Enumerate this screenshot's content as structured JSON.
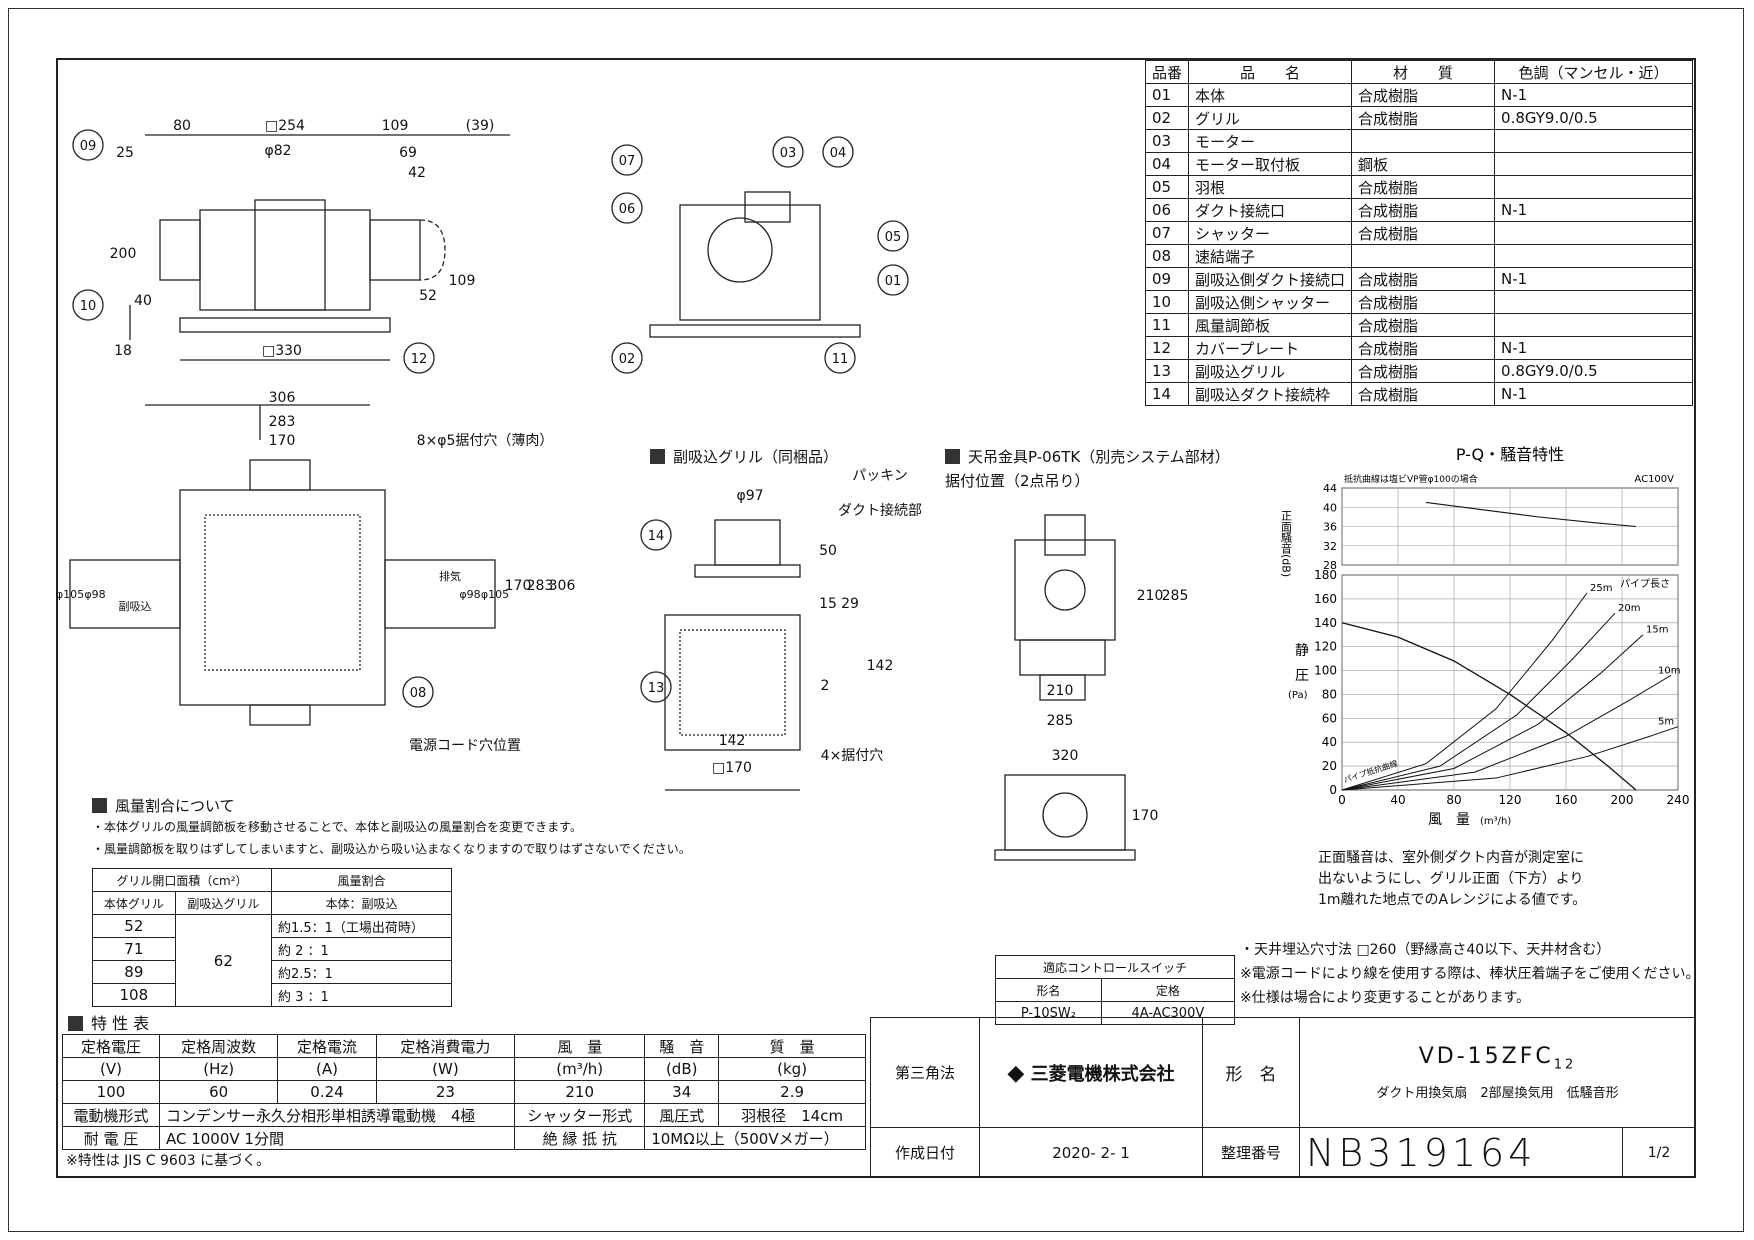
{
  "parts_header": [
    "品番",
    "品　　名",
    "材　　質",
    "色調（マンセル・近）"
  ],
  "parts": [
    [
      "01",
      "本体",
      "合成樹脂",
      "N-1"
    ],
    [
      "02",
      "グリル",
      "合成樹脂",
      "0.8GY9.0/0.5"
    ],
    [
      "03",
      "モーター",
      "",
      ""
    ],
    [
      "04",
      "モーター取付板",
      "鋼板",
      ""
    ],
    [
      "05",
      "羽根",
      "合成樹脂",
      ""
    ],
    [
      "06",
      "ダクト接続口",
      "合成樹脂",
      "N-1"
    ],
    [
      "07",
      "シャッター",
      "合成樹脂",
      ""
    ],
    [
      "08",
      "速結端子",
      "",
      ""
    ],
    [
      "09",
      "副吸込側ダクト接続口",
      "合成樹脂",
      "N-1"
    ],
    [
      "10",
      "副吸込側シャッター",
      "合成樹脂",
      ""
    ],
    [
      "11",
      "風量調節板",
      "合成樹脂",
      ""
    ],
    [
      "12",
      "カバープレート",
      "合成樹脂",
      "N-1"
    ],
    [
      "13",
      "副吸込グリル",
      "合成樹脂",
      "0.8GY9.0/0.5"
    ],
    [
      "14",
      "副吸込ダクト接続枠",
      "合成樹脂",
      "N-1"
    ]
  ],
  "drawing": {
    "front_dims": [
      "80",
      "□254",
      "109",
      "(39)",
      "φ82",
      "25",
      "69",
      "42",
      "200",
      "40",
      "52",
      "109",
      "18",
      "□330"
    ],
    "callouts": [
      "09",
      "10",
      "12",
      "07",
      "06",
      "03",
      "04",
      "05",
      "01",
      "02",
      "11",
      "14",
      "13",
      "08"
    ],
    "plan_dims": [
      "306",
      "283",
      "170",
      "8×φ5据付穴（薄肉）",
      "φ105",
      "φ98",
      "φ98",
      "φ105",
      "170",
      "283",
      "306"
    ],
    "plan_labels": {
      "inlet": "副吸込",
      "exhaust": "排気",
      "cord": "電源コード穴位置"
    },
    "subgrille_title": "副吸込グリル（同梱品）",
    "subgrille_labels": [
      "パッキン",
      "ダクト接続部",
      "φ97",
      "50",
      "15",
      "29",
      "142",
      "2",
      "142",
      "□170",
      "4×据付穴"
    ],
    "hanger_title": "天吊金具P-06TK（別売システム部材）",
    "hanger_sub": "据付位置（2点吊り）",
    "hanger_dims": [
      "210",
      "285",
      "210",
      "285",
      "320",
      "170"
    ]
  },
  "airflow": {
    "title": "風量割合について",
    "notes": [
      "・本体グリルの風量調節板を移動させることで、本体と副吸込の風量割合を変更できます。",
      "・風量調節板を取りはずしてしまいますと、副吸込から吸い込まなくなりますので取りはずさないでください。"
    ],
    "h1": "グリル開口面積（cm²）",
    "h2": "風量割合",
    "sub": [
      "本体グリル",
      "副吸込グリル",
      "本体：副吸込"
    ],
    "rows": [
      [
        "52",
        "約1.5：1（工場出荷時）"
      ],
      [
        "71",
        "約 2 ：1"
      ],
      [
        "89",
        "約2.5：1"
      ],
      [
        "108",
        "約 3 ：1"
      ]
    ],
    "shared": "62"
  },
  "spec": {
    "title": "特 性 表",
    "headers": [
      "定格電圧",
      "定格周波数",
      "定格電流",
      "定格消費電力",
      "風　量",
      "騒　音",
      "質　量"
    ],
    "units": [
      "(V)",
      "(Hz)",
      "(A)",
      "(W)",
      "(m³/h)",
      "(dB)",
      "(kg)"
    ],
    "values": [
      "100",
      "60",
      "0.24",
      "23",
      "210",
      "34",
      "2.9"
    ],
    "motor_label": "電動機形式",
    "motor_value": "コンデンサー永久分相形単相誘導電動機　4極",
    "shutter_label": "シャッター形式",
    "shutter_value": "風圧式",
    "blade_label": "羽根径",
    "blade_value": "14cm",
    "voltage_label": "耐 電 圧",
    "voltage_value": "AC 1000V 1分間",
    "insul_label": "絶 縁 抵 抗",
    "insul_value": "10MΩ以上（500Vメガー）",
    "note": "※特性は JIS C 9603 に基づく。"
  },
  "switch": {
    "title": "適応コントロールスイッチ",
    "h": [
      "形名",
      "定格"
    ],
    "v": [
      "P-10SW₂",
      "4A-AC300V"
    ]
  },
  "remarks": [
    "・天井埋込穴寸法 □260（野縁高さ40以下、天井材含む）",
    "※電源コードにより線を使用する際は、棒状圧着端子をご使用ください。",
    "※仕様は場合により変更することがあります。"
  ],
  "noise_note": [
    "正面騒音は、室外側ダクト内音が測定室に",
    "出ないようにし、グリル正面（下方）より",
    "1m離れた地点でのAレンジによる値です。"
  ],
  "title_block": {
    "projection": "第三角法",
    "company": "三菱電機株式会社",
    "model_label": "形　名",
    "model": "VD-15ZFC",
    "model_sub": "12",
    "desc": "ダクト用換気扇　2部屋換気用　低騒音形",
    "date_label": "作成日付",
    "date": "2020- 2- 1",
    "num_label": "整理番号",
    "num": "NB319164",
    "page": "1/2"
  },
  "chart_data": {
    "type": "line",
    "title": "P-Q・騒音特性",
    "noise_note": "抵抗曲線は塩ビVP管φ100の場合",
    "power": "AC100V",
    "noise_ylabel": "正面騒音(dB)",
    "noise_yticks": [
      28,
      32,
      36,
      40,
      44
    ],
    "ylabel_chars": [
      "静",
      "圧"
    ],
    "ylabel_unit": "(Pa)",
    "xlabel": "風　量",
    "xlabel_unit": "(m³/h)",
    "xticks": [
      0,
      40,
      80,
      120,
      160,
      200,
      240
    ],
    "yticks": [
      0,
      20,
      40,
      60,
      80,
      100,
      120,
      140,
      160,
      180
    ],
    "xlim": [
      0,
      240
    ],
    "ylim": [
      0,
      180
    ],
    "pq_curve": {
      "x": [
        0,
        40,
        80,
        120,
        160,
        190,
        210
      ],
      "y": [
        140,
        128,
        108,
        80,
        48,
        20,
        0
      ]
    },
    "noise_curve": {
      "x": [
        60,
        100,
        140,
        180,
        210
      ],
      "y": [
        41,
        39.5,
        38,
        36.8,
        36
      ]
    },
    "pipe_title": "パイプ長さ",
    "pipe_curves": [
      {
        "name": "25m",
        "x": [
          0,
          60,
          110,
          150,
          175
        ],
        "y": [
          0,
          22,
          68,
          125,
          165
        ]
      },
      {
        "name": "20m",
        "x": [
          0,
          70,
          125,
          165,
          195
        ],
        "y": [
          0,
          20,
          63,
          110,
          148
        ]
      },
      {
        "name": "15m",
        "x": [
          0,
          80,
          140,
          185,
          215
        ],
        "y": [
          0,
          18,
          55,
          98,
          130
        ]
      },
      {
        "name": "10m",
        "x": [
          0,
          95,
          160,
          205,
          235
        ],
        "y": [
          0,
          15,
          45,
          75,
          96
        ]
      },
      {
        "name": "5m",
        "x": [
          0,
          110,
          175,
          220,
          240
        ],
        "y": [
          0,
          10,
          28,
          45,
          53
        ]
      }
    ],
    "pipe_label": "パイプ抵抗曲線"
  }
}
